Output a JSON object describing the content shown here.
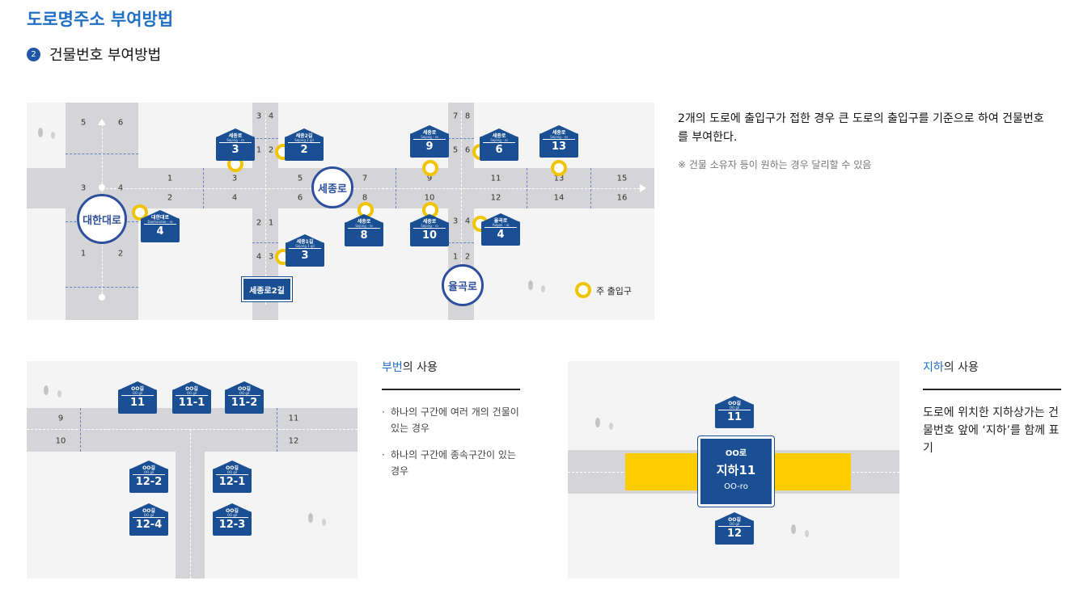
{
  "page": {
    "title": "도로명주소 부여방법",
    "step_number": "2",
    "subtitle": "건물번호 부여방법"
  },
  "diagram_a": {
    "road_labels": {
      "daehan": "대한대로",
      "sejong": "세종로",
      "yulgok": "율곡로",
      "sejong_2gil": "세종로2길"
    },
    "plates": [
      {
        "name": "세종로",
        "roman": "Sejong - ro",
        "number": "3"
      },
      {
        "name": "세종2길",
        "roman": "Sejong 2 gil",
        "number": "2"
      },
      {
        "name": "세종로",
        "roman": "Sejong - ro",
        "number": "9"
      },
      {
        "name": "세종로",
        "roman": "Sejong - ro",
        "number": "6"
      },
      {
        "name": "세종로",
        "roman": "Sejong - ro",
        "number": "13"
      },
      {
        "name": "대한대로",
        "roman": "Daehandae - ro",
        "number": "4"
      },
      {
        "name": "세종로",
        "roman": "Sejong - ro",
        "number": "8"
      },
      {
        "name": "세종로",
        "roman": "Sejong - ro",
        "number": "10"
      },
      {
        "name": "율곡로",
        "roman": "Yulgok - ro",
        "number": "4"
      },
      {
        "name": "세종1길",
        "roman": "Sejong 1 gil",
        "number": "3"
      }
    ],
    "top_numbers": [
      "1",
      "3",
      "5",
      "7",
      "9",
      "11",
      "13",
      "15"
    ],
    "bottom_numbers": [
      "2",
      "4",
      "6",
      "8",
      "10",
      "12",
      "14",
      "16"
    ],
    "left_road_numbers": [
      "5",
      "6",
      "3",
      "4",
      "1",
      "2"
    ],
    "mid_road_numbers": [
      "3",
      "4",
      "1",
      "2",
      "2",
      "1",
      "4",
      "3"
    ],
    "right_road_numbers": [
      "7",
      "8",
      "5",
      "6",
      "3",
      "4",
      "1",
      "2"
    ],
    "sejong_under_numbers": [
      "3",
      "8"
    ],
    "legend": "주 출입구"
  },
  "desc_a": {
    "text": "2개의 도로에 출입구가 접한 경우 큰 도로의 출입구를 기준으로 하여 건물번호를 부여한다.",
    "note": "※ 건물 소유자 등이 원하는 경우 달리할 수 있음"
  },
  "diagram_b": {
    "plates": [
      {
        "name": "OO길",
        "roman": "OO gil",
        "number": "11"
      },
      {
        "name": "OO길",
        "roman": "OO gil",
        "number": "11-1"
      },
      {
        "name": "OO길",
        "roman": "OO gil",
        "number": "11-2"
      },
      {
        "name": "OO길",
        "roman": "OO gil",
        "number": "12-2"
      },
      {
        "name": "OO길",
        "roman": "OO gil",
        "number": "12-1"
      },
      {
        "name": "OO길",
        "roman": "OO gil",
        "number": "12-4"
      },
      {
        "name": "OO길",
        "roman": "OO gil",
        "number": "12-3"
      }
    ],
    "road_numbers": [
      "9",
      "11",
      "10",
      "12"
    ]
  },
  "section_b": {
    "title_highlight": "부번",
    "title_rest": "의 사용",
    "bullets": [
      "하나의 구간에 여러 개의 건물이 있는 경우",
      "하나의 구간에 종속구간이 있는 경우"
    ],
    "bullet_mark": "·"
  },
  "diagram_c": {
    "top_plate": {
      "name": "OO길",
      "roman": "OO gil",
      "number": "11"
    },
    "bottom_plate": {
      "name": "OO길",
      "roman": "OO gil",
      "number": "12"
    },
    "big_plate": {
      "line1": "OO로",
      "line2": "지하11",
      "line3": "OO-ro"
    }
  },
  "section_c": {
    "title_highlight": "지하",
    "title_rest": "의 사용",
    "text": "도로에 위치한 지하상가는 건물번호 앞에 ‘지하’를 함께 표기"
  },
  "colors": {
    "accent": "#1f6fc4",
    "plate": "#1a4f94",
    "entrance": "#f1c400",
    "underground": "#ffcc00"
  }
}
